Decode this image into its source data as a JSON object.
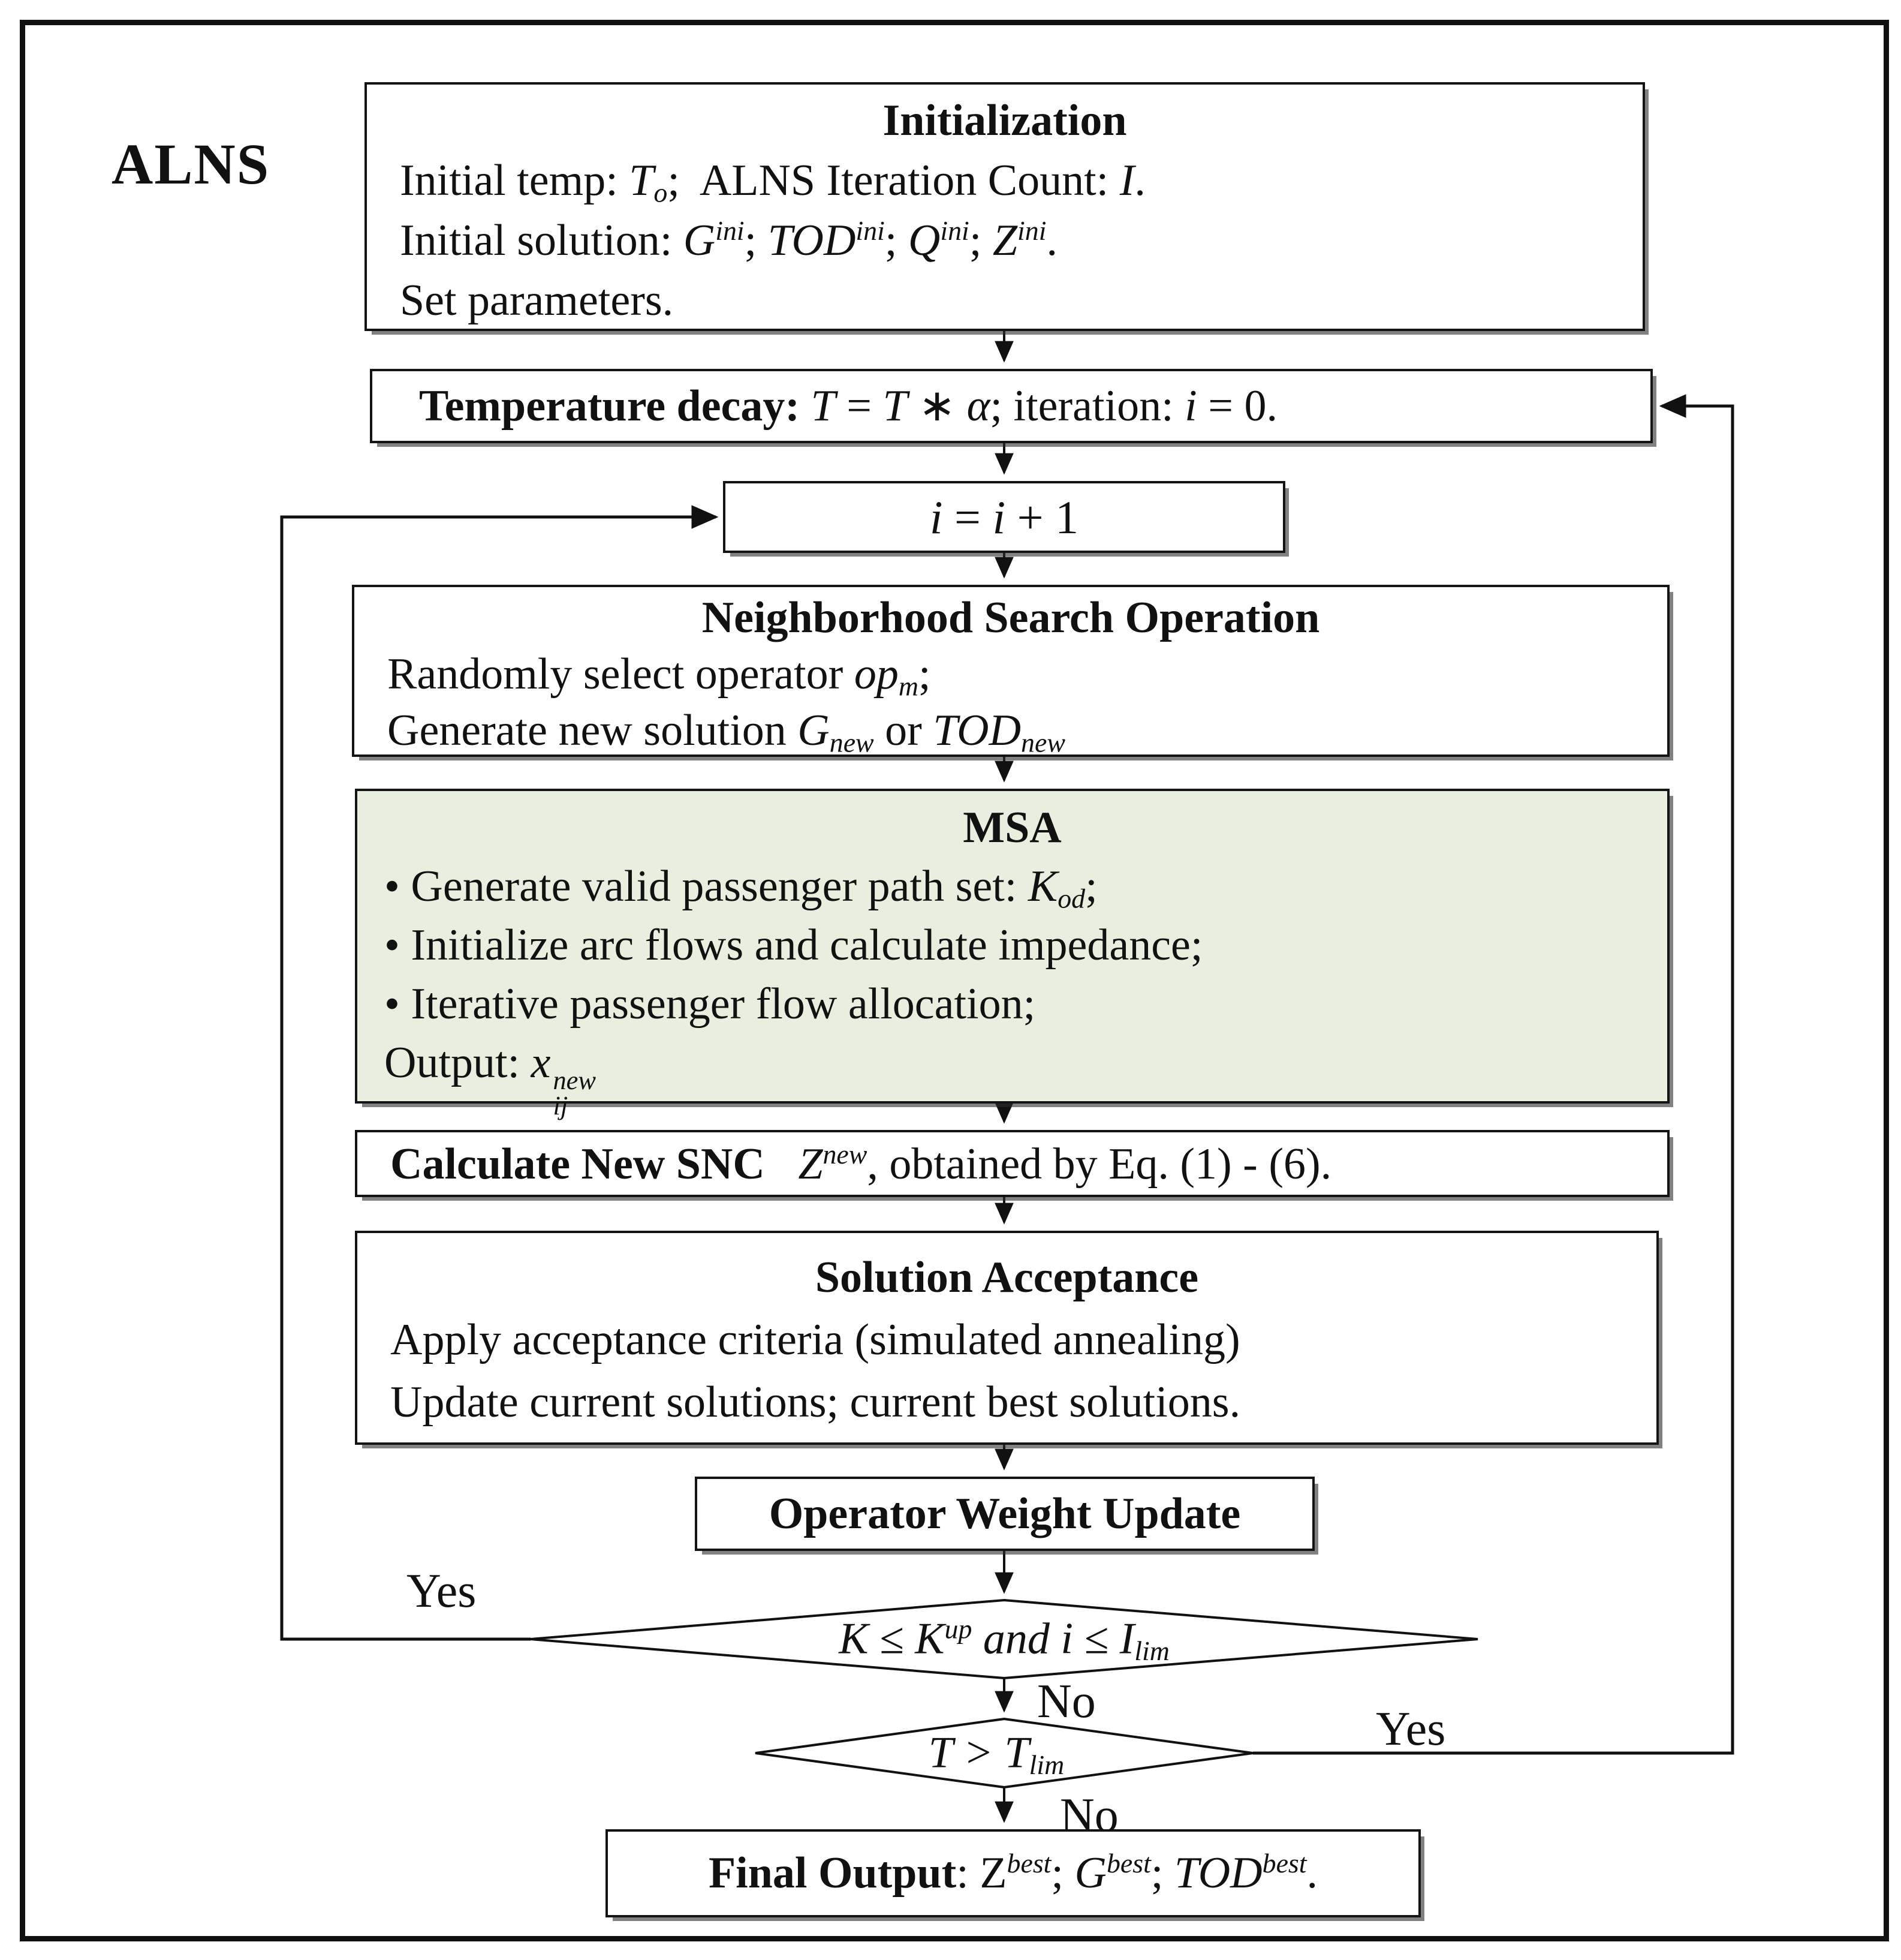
{
  "figure": {
    "algorithm_label": "ALNS",
    "colors": {
      "line": "#111111",
      "box_background": "#ffffff",
      "msa_fill": "#e8efdf",
      "page_background": "#ffffff"
    },
    "nodes": {
      "initialization": {
        "title": "Initialization",
        "line1": "Initial temp: <i>T<sub>o</sub></i>;&nbsp; ALNS Iteration Count: <i>I</i>.",
        "line2": "Initial solution: <i>G<sup>ini</sup></i>; <i>TOD<sup>ini</sup></i>; <i>Q<sup>ini</sup></i>; <i>Z<sup>ini</sup></i>.",
        "line3": "Set parameters."
      },
      "temperature_decay": {
        "text": "<b>Temperature decay: </b><i>T</i> = <i>T</i> ∗ <i>α</i>; iteration: <i>i</i> = 0."
      },
      "iteration_increment": {
        "text": "<i>i</i> = <i>i</i> + 1"
      },
      "neighborhood_search": {
        "title": "Neighborhood Search Operation",
        "line1": "Randomly select operator <i>op<sub>m</sub></i>;",
        "line2": "Generate new solution <i>G<sub>new</sub></i> or <i>TOD<sub>new</sub></i>"
      },
      "msa": {
        "title": "MSA",
        "line1": "• Generate valid passenger path set: <i>K<sub>od</sub></i>;",
        "line2": "• Initialize arc flows and calculate impedance;",
        "line3": "• Iterative passenger flow allocation;",
        "line4": "Output: <i>x</i><span class=\"ss\"><span>new</span><span>ij</span></span>"
      },
      "calculate_snc": {
        "text": "<b>Calculate New SNC</b>&nbsp;&nbsp; <i>Z<sup>new</sup></i>, obtained by Eq. (1) - (6)."
      },
      "solution_acceptance": {
        "title": "Solution Acceptance",
        "line1": "Apply acceptance criteria (simulated annealing)",
        "line2": "Update current solutions; current best solutions."
      },
      "operator_weight_update": {
        "title": "Operator Weight Update"
      },
      "iteration_check": {
        "text": "<i>K</i> ≤ <i>K<sup>up</sup></i> and <i>i</i> ≤ <i>I<sub>lim</sub></i>"
      },
      "temperature_check": {
        "text": "<i>T</i> &gt; <i>T<sub>lim</sub></i>"
      },
      "final_output": {
        "text": "<b>Final Output</b>: Z<sup><i>best</i></sup>; <i>G</i><sup><i>best</i></sup>; <i>TOD</i><sup><i>best</i></sup>."
      }
    },
    "edge_labels": {
      "loop_back_yes": "Yes",
      "iteration_no": "No",
      "temperature_yes": "Yes",
      "temperature_no": "No"
    }
  }
}
